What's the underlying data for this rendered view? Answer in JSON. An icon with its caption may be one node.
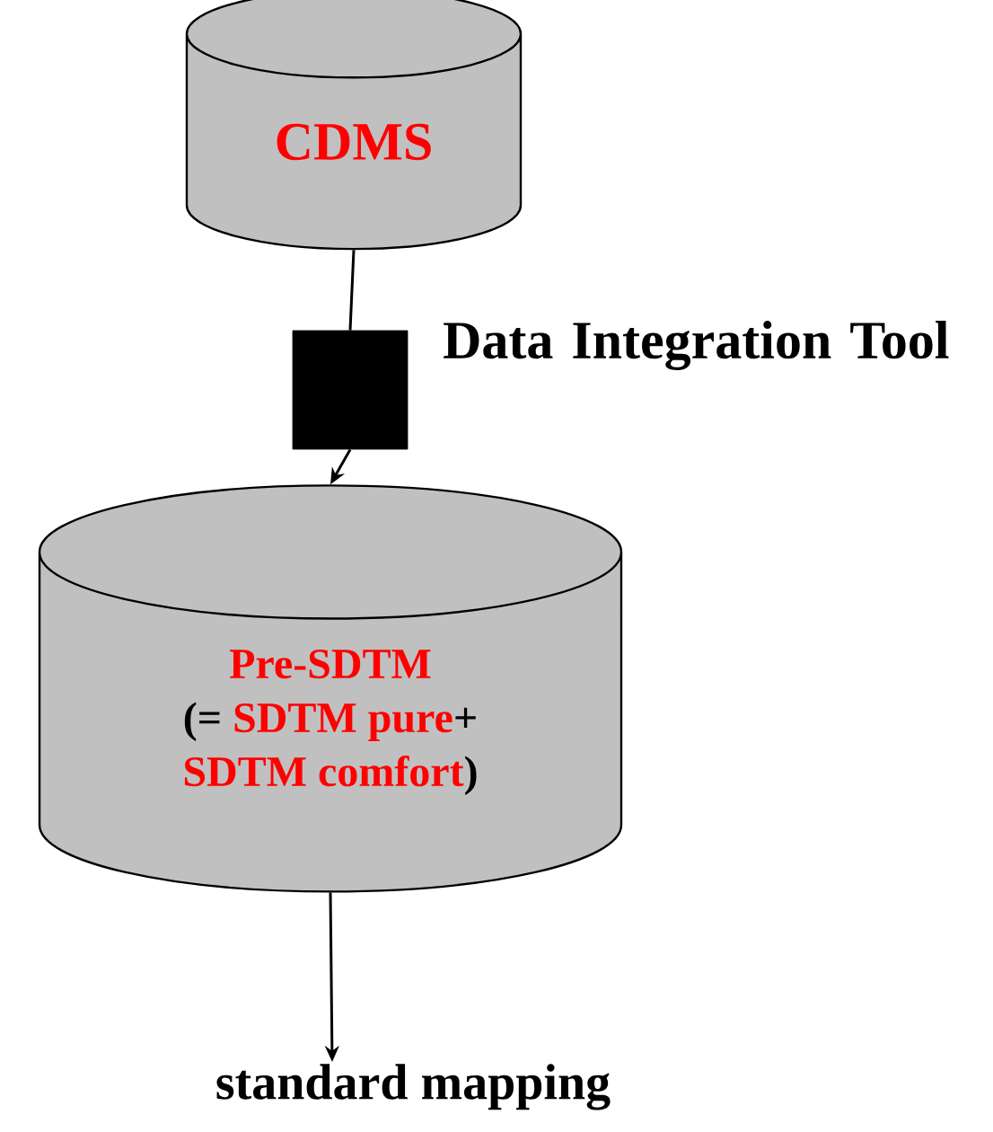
{
  "diagram": {
    "nodes": [
      {
        "text": [
          "CDMS"
        ]
      },
      {
        "text": [],
        "shape": "box",
        "beside": [
          "Data Integration Tool"
        ]
      },
      {
        "text": [
          "Pre-SDTM",
          "(=",
          "SDTM pure",
          "+",
          "SDTM comfort",
          ")"
        ]
      },
      {
        "text": [
          "standard mapping"
        ]
      }
    ],
    "edges": [
      {
        "from": 0,
        "to": 1,
        "arrow": "none"
      },
      {
        "from": 1,
        "to": 2,
        "arrow": "to"
      },
      {
        "from": 2,
        "to": 3,
        "arrow": "to"
      }
    ]
  }
}
